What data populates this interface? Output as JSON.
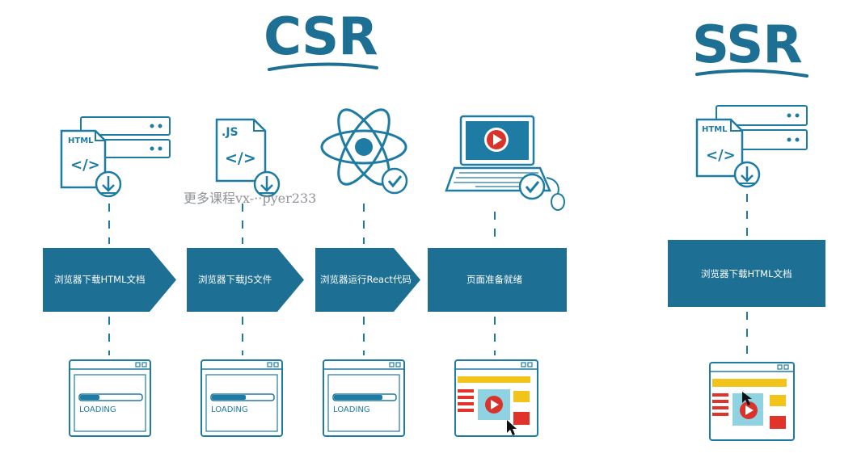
{
  "csr": {
    "title": "CSR",
    "steps": [
      {
        "label": "浏览器下载HTML文档",
        "icon_text": "HTML",
        "icon": "html-file-download-icon",
        "screen": "LOADING"
      },
      {
        "label": "浏览器下载JS文件",
        "icon_text": ".JS",
        "icon": "js-file-download-icon",
        "screen": "LOADING"
      },
      {
        "label": "浏览器运行React代码",
        "icon": "react-atom-icon",
        "screen": "LOADING"
      },
      {
        "label": "页面准备就绪",
        "icon": "laptop-video-icon"
      }
    ]
  },
  "ssr": {
    "title": "SSR",
    "step": {
      "label": "浏览器下载HTML文档",
      "icon_text": "HTML",
      "icon": "html-file-download-icon"
    }
  },
  "watermark": "更多课程vx-··pyer233",
  "colors": {
    "primary": "#1d6f94",
    "outline": "#1e7ba3",
    "page_yellow": "#f2c318",
    "page_red": "#e2332b",
    "page_teal": "#8fd3e3",
    "play_red": "#d9332b"
  }
}
